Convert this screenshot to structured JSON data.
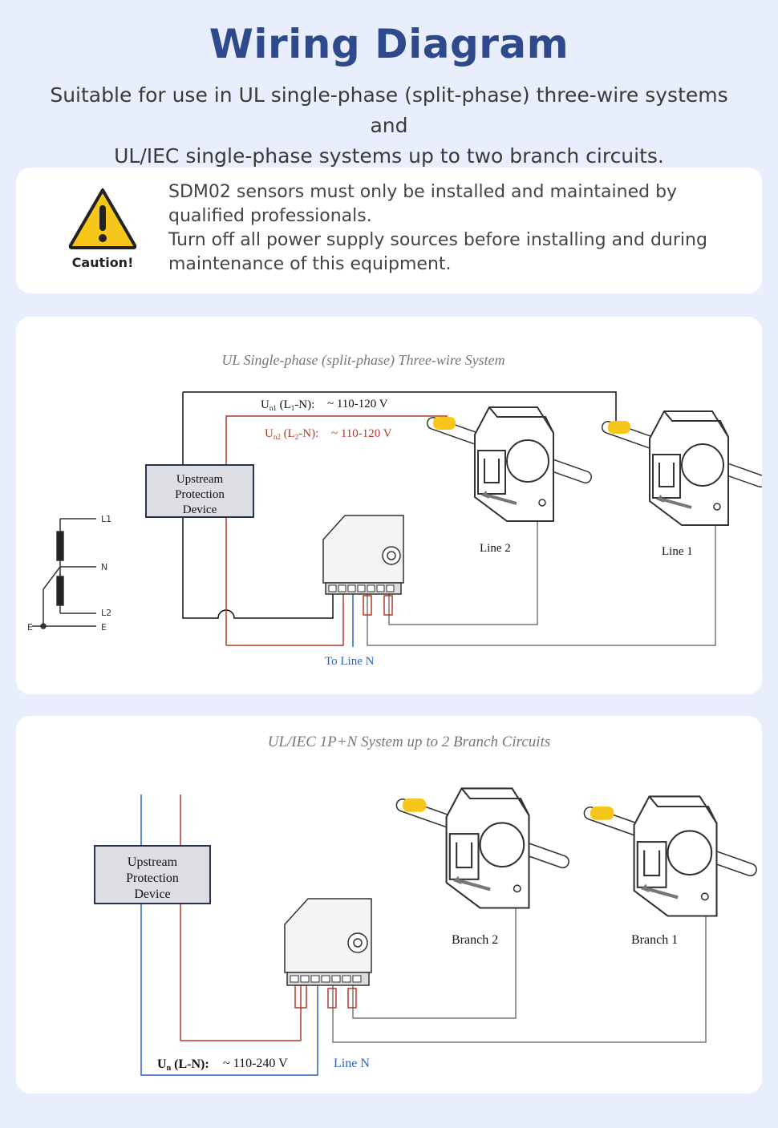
{
  "header": {
    "title": "Wiring Diagram",
    "subtitle_line1": "Suitable for use in UL single-phase (split-phase) three-wire systems and",
    "subtitle_line2": "UL/IEC single-phase systems up to two branch circuits."
  },
  "caution": {
    "label": "Caution!",
    "line1": "SDM02 sensors must only be installed and maintained by qualified professionals.",
    "line2": "Turn off all power supply sources before installing and during maintenance of this equipment."
  },
  "diagram1": {
    "title": "UL Single-phase (split-phase) Three-wire System",
    "un1_main": "U",
    "un1_sub": "n1",
    "un1_rest": " (L",
    "un1_sub2": "1",
    "un1_tail": "-N):",
    "un1_value": "~ 110-120 V",
    "un2_main": "U",
    "un2_sub": "n2",
    "un2_rest": " (L",
    "un2_sub2": "2",
    "un2_tail": "-N):",
    "un2_value": "~ 110-120 V",
    "upstream_line1": "Upstream",
    "upstream_line2": "Protection",
    "upstream_line3": "Device",
    "line2_label": "Line 2",
    "line1_label": "Line 1",
    "to_line_n": "To Line N",
    "transformer_labels": {
      "l1": "L1",
      "n": "N",
      "l2": "L2",
      "e_left": "E",
      "e_right": "E"
    }
  },
  "diagram2": {
    "title": "UL/IEC 1P+N System up to 2 Branch Circuits",
    "upstream_line1": "Upstream",
    "upstream_line2": "Protection",
    "upstream_line3": "Device",
    "branch2_label": "Branch 2",
    "branch1_label": "Branch 1",
    "un_main": "U",
    "un_sub": "n",
    "un_tail": " (L-N):",
    "un_value": "~ 110-240 V",
    "line_n": "Line N"
  },
  "colors": {
    "title_blue": "#2f4a8c",
    "wire_red": "#b0392a",
    "wire_blue": "#2a62c4",
    "wire_black": "#111111",
    "wire_gray": "#7a7a7a",
    "warning_yellow": "#f7c61a"
  }
}
